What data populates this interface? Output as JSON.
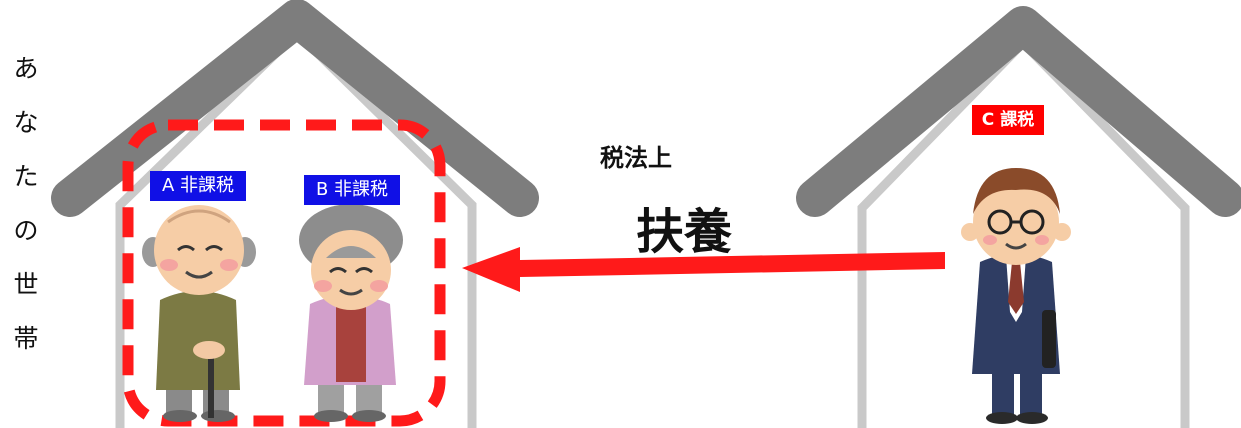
{
  "household": {
    "label_chars": [
      "あ",
      "な",
      "た",
      "の",
      "世",
      "帯"
    ]
  },
  "relation": {
    "subtitle": "税法上",
    "title": "扶養"
  },
  "persons": {
    "a": {
      "label": "A 非課税",
      "role": "grandfather"
    },
    "b": {
      "label": "B 非課税",
      "role": "grandmother"
    },
    "c": {
      "label": "C 課税",
      "role": "businessman"
    }
  },
  "colors": {
    "house": "#7d7d7d",
    "house_inner": "#c9c9c9",
    "highlight": "#ff1a1a",
    "badge_nontax": "#1010e6",
    "badge_tax": "#ff0000",
    "arrow": "#ff1a1a"
  },
  "icons": [
    "house-icon",
    "grandfather-icon",
    "grandmother-icon",
    "businessman-icon",
    "arrow-left-icon"
  ]
}
